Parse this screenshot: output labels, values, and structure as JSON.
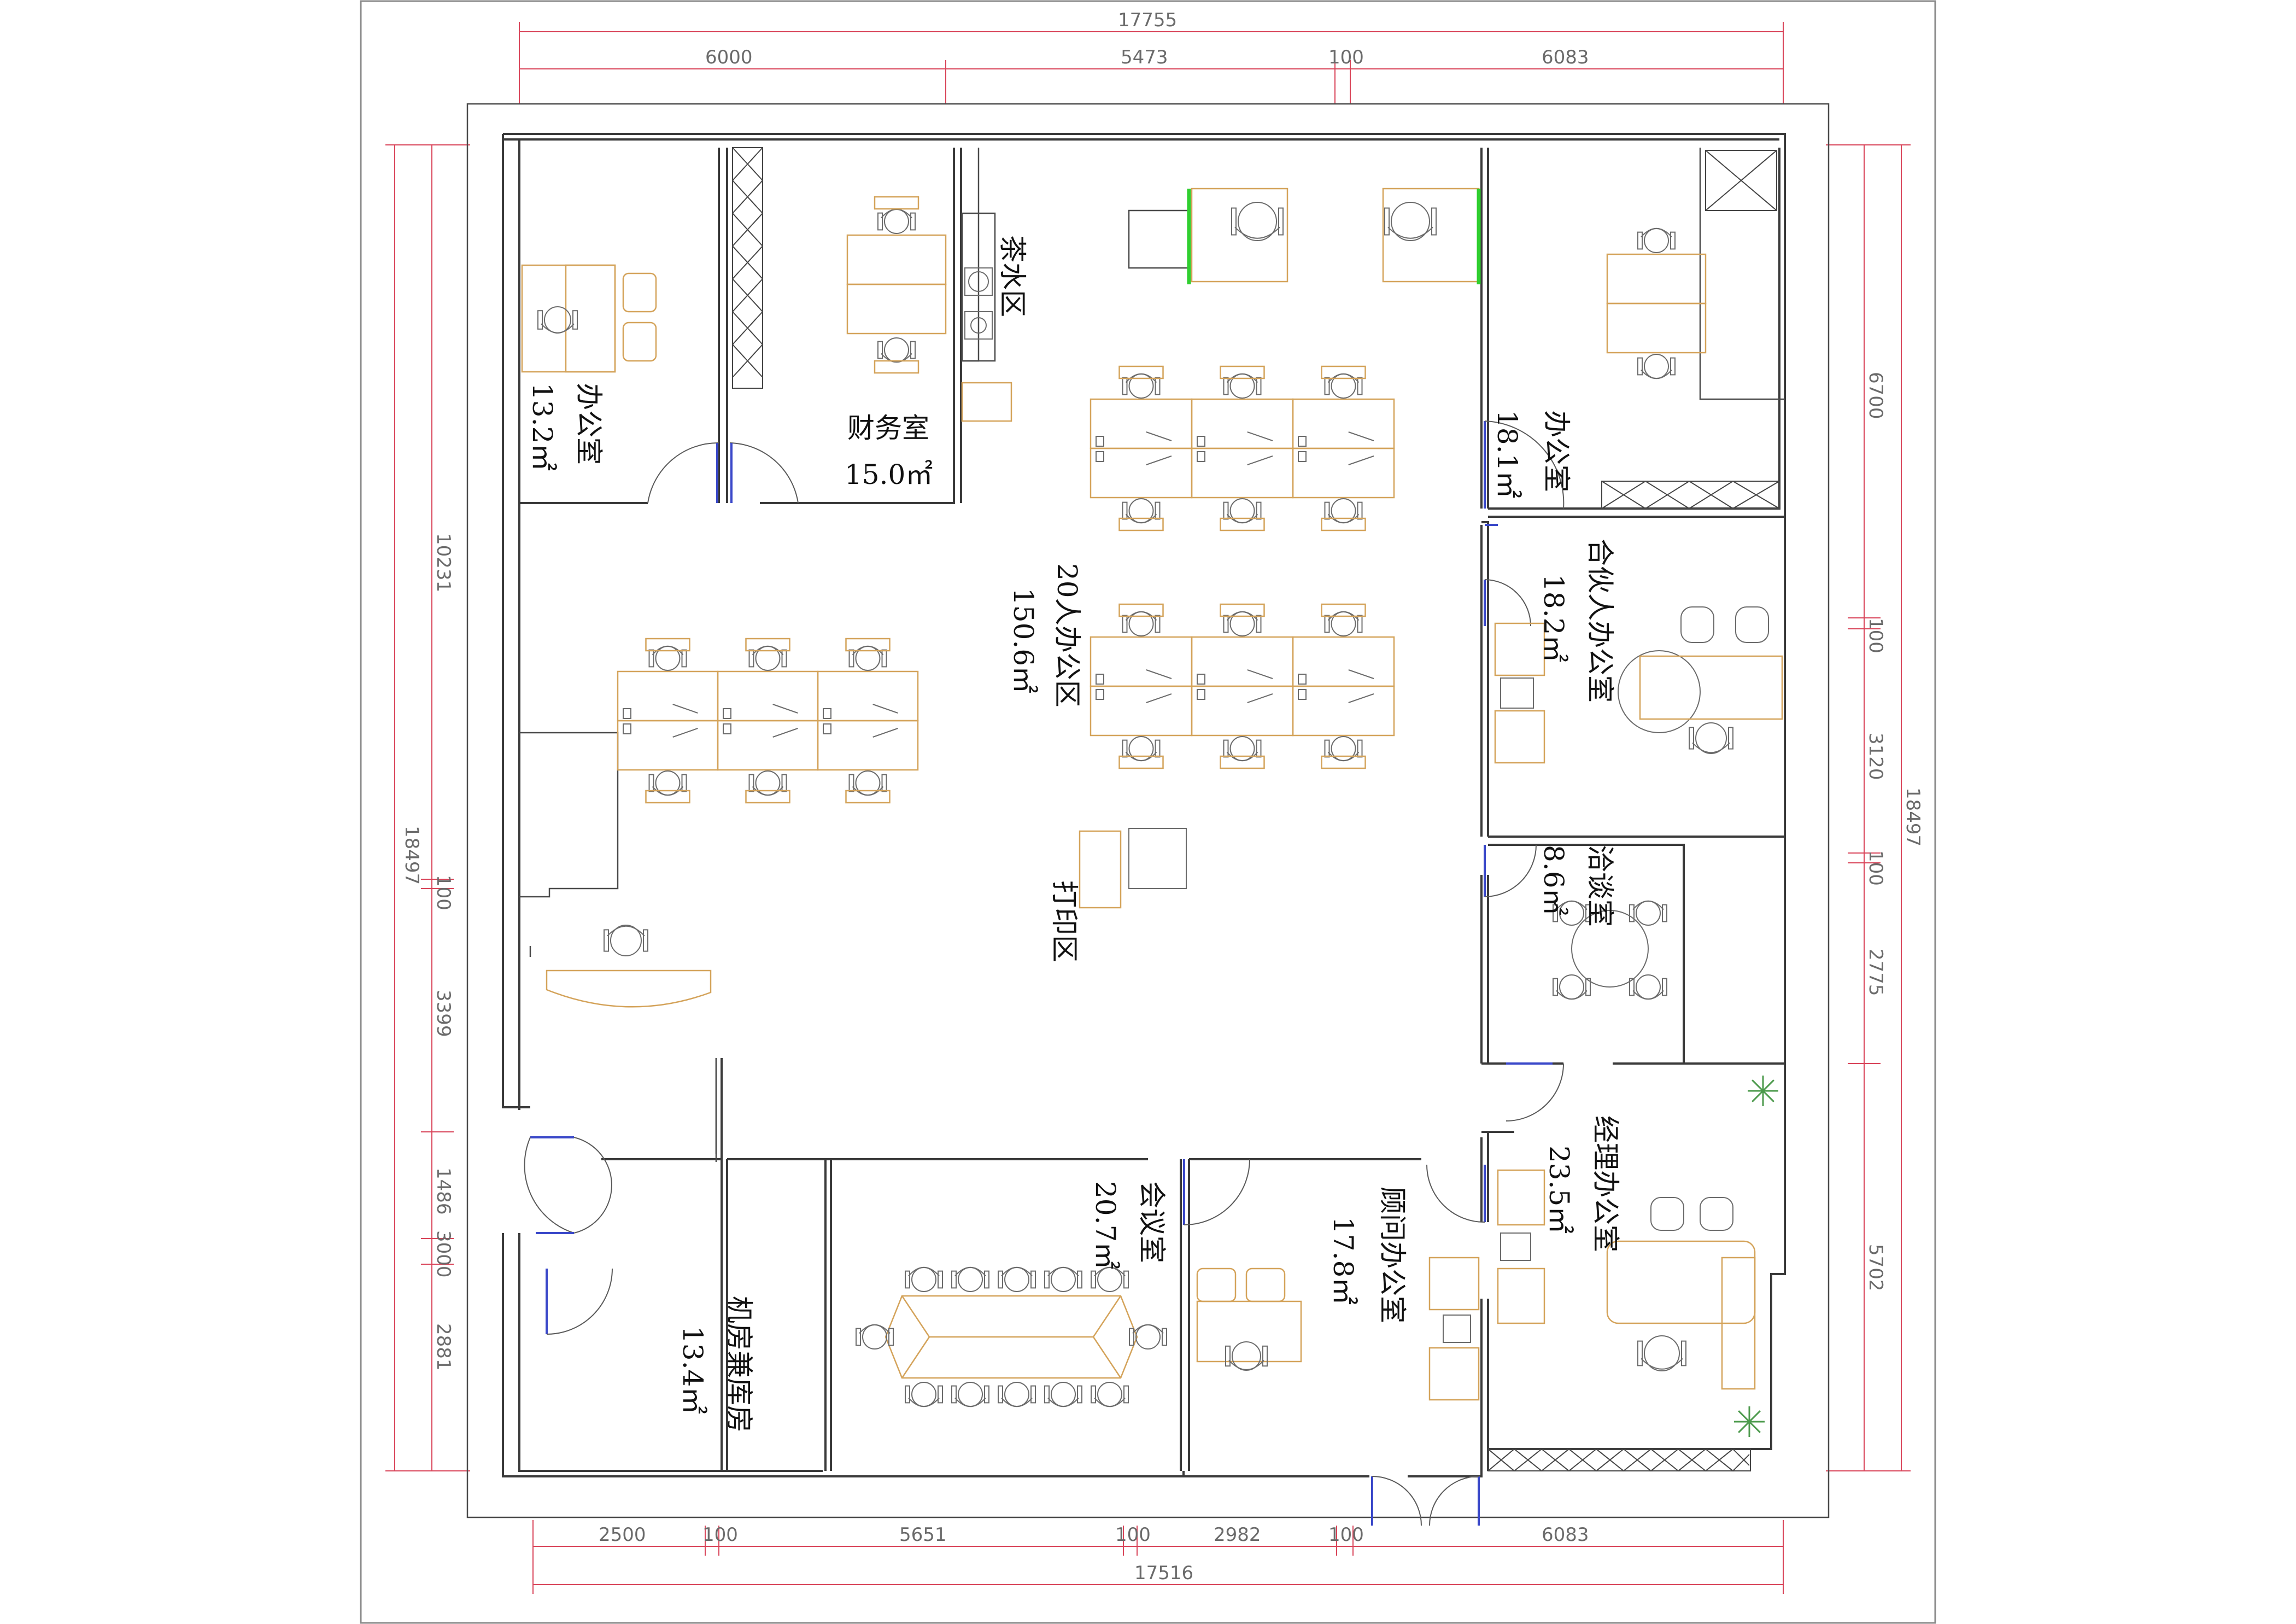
{
  "dimensions": {
    "top_total": "17755",
    "top_segments": [
      "6000",
      "5473",
      "100",
      "6083"
    ],
    "bottom_total": "17516",
    "bottom_segments": [
      "2500",
      "100",
      "5651",
      "100",
      "2982",
      "100",
      "6083"
    ],
    "left_total": "18497",
    "left_segments": [
      "10231",
      "100",
      "3399",
      "1486",
      "3000",
      "2881"
    ],
    "right_total": "18497",
    "right_segments": [
      "6700",
      "100",
      "3120",
      "100",
      "2775",
      "5702"
    ]
  },
  "rooms": {
    "office_a": {
      "name": "办公室",
      "area": "13.2㎡"
    },
    "finance": {
      "name": "财务室",
      "area": "15.0㎡"
    },
    "tea": {
      "name": "茶水区"
    },
    "open_office": {
      "name": "20人办公区",
      "area": "150.6㎡"
    },
    "office_b": {
      "name": "办公室",
      "area": "18.1㎡"
    },
    "partner": {
      "name": "合伙人办公室",
      "area": "18.2㎡"
    },
    "negotiation": {
      "name": "洽谈室",
      "area": "8.6㎡"
    },
    "print": {
      "name": "打印区"
    },
    "manager": {
      "name": "经理办公室",
      "area": "23.5㎡"
    },
    "advisor": {
      "name": "顾问办公室",
      "area": "17.8㎡"
    },
    "meeting": {
      "name": "会议室",
      "area": "20.7㎡"
    },
    "server": {
      "name": "机房兼库房",
      "area": "13.4㎡"
    }
  },
  "colors": {
    "wall": "#3a3a3a",
    "dimension": "#d9455a",
    "furniture": "#d4a35a",
    "door_leaf": "#3a48c9",
    "accent_green": "#2fcf2f"
  }
}
